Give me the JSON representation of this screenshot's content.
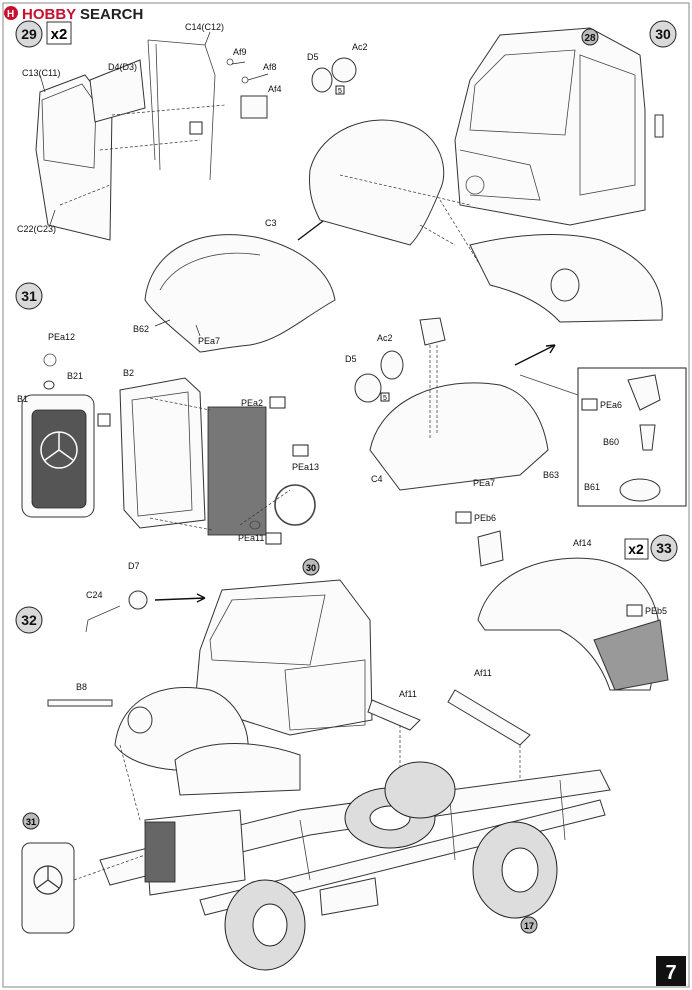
{
  "watermark": {
    "brand": "HOBBY",
    "suffix": "SEARCH"
  },
  "page_number": "7",
  "steps": [
    {
      "number": "29",
      "multiplier": "x2"
    },
    {
      "number": "30",
      "multiplier": ""
    },
    {
      "number": "31",
      "multiplier": ""
    },
    {
      "number": "32",
      "multiplier": ""
    },
    {
      "number": "33",
      "multiplier": "x2"
    }
  ],
  "part_labels": {
    "c14": "C14(C12)",
    "c13": "C13(C11)",
    "d4": "D4(D3)",
    "af9": "Af9",
    "af8": "Af8",
    "af4": "Af4",
    "c22": "C22(C23)",
    "c3": "C3",
    "b62": "B62",
    "pea7a": "PEa7",
    "d5a": "D5",
    "ac2a": "Ac2",
    "sub5a": "5",
    "ref28": "28",
    "pea12": "PEa12",
    "b21": "B21",
    "b1": "B1",
    "b2": "B2",
    "pea2": "PEa2",
    "pea13": "PEa13",
    "pea11": "PEa11",
    "ac2b": "Ac2",
    "d5b": "D5",
    "sub5b": "5",
    "c4": "C4",
    "pea7b": "PEa7",
    "b63": "B63",
    "pea6": "PEa6",
    "b60": "B60",
    "b61": "B61",
    "peb6": "PEb6",
    "af14": "Af14",
    "peb5": "PEb5",
    "c24": "C24",
    "d7": "D7",
    "ref30": "30",
    "b8": "B8",
    "af11a": "Af11",
    "af11b": "Af11",
    "ref31": "31",
    "ref17": "17"
  }
}
